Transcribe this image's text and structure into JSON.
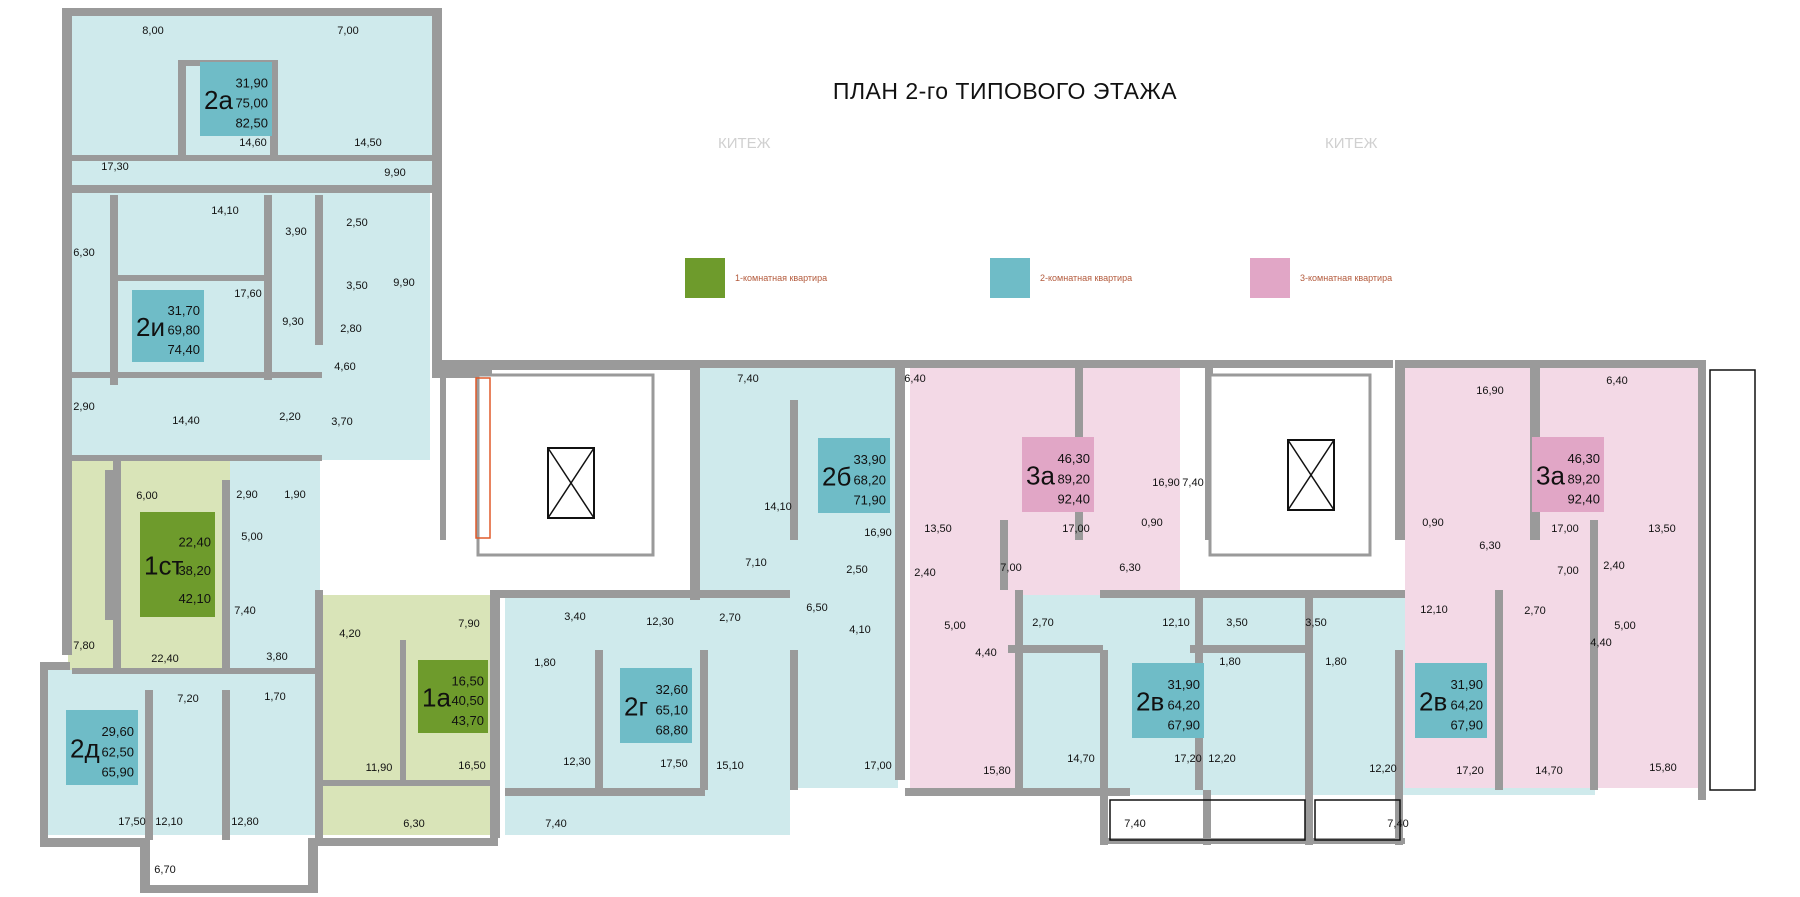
{
  "title": "ПЛАН 2-го ТИПОВОГО ЭТАЖА",
  "watermark": "КИТЕЖ",
  "colors": {
    "one_room": "#6e9b2c",
    "two_room": "#6fbcc7",
    "three_room": "#e1a6c6",
    "one_room_bg": "#d9e4b8",
    "two_room_bg": "#cfeaec",
    "three_room_bg": "#f3d9e6",
    "wall": "#9a9a9a"
  },
  "legend": [
    {
      "label": "1-комнатная квартира",
      "color": "#6e9b2c"
    },
    {
      "label": "2-комнатная квартира",
      "color": "#6fbcc7"
    },
    {
      "label": "3-комнатная квартира",
      "color": "#e1a6c6"
    }
  ],
  "apartments": [
    {
      "code": "2а",
      "living": "31,90",
      "useful": "75,00",
      "total": "82,50",
      "type": "two"
    },
    {
      "code": "2и",
      "living": "31,70",
      "useful": "69,80",
      "total": "74,40",
      "type": "two"
    },
    {
      "code": "1ст",
      "living": "22,40",
      "useful": "38,20",
      "total": "42,10",
      "type": "one"
    },
    {
      "code": "1а",
      "living": "16,50",
      "useful": "40,50",
      "total": "43,70",
      "type": "one"
    },
    {
      "code": "2д",
      "living": "29,60",
      "useful": "62,50",
      "total": "65,90",
      "type": "two"
    },
    {
      "code": "2г",
      "living": "32,60",
      "useful": "65,10",
      "total": "68,80",
      "type": "two"
    },
    {
      "code": "2б",
      "living": "33,90",
      "useful": "68,20",
      "total": "71,90",
      "type": "two"
    },
    {
      "code": "3а",
      "living": "46,30",
      "useful": "89,20",
      "total": "92,40",
      "type": "three"
    },
    {
      "code": "2в",
      "living": "31,90",
      "useful": "64,20",
      "total": "67,90",
      "type": "two"
    },
    {
      "code": "2в",
      "living": "31,90",
      "useful": "64,20",
      "total": "67,90",
      "type": "two"
    },
    {
      "code": "3а",
      "living": "46,30",
      "useful": "89,20",
      "total": "92,40",
      "type": "three"
    }
  ],
  "room_areas": [
    "8,00",
    "7,00",
    "17,30",
    "14,60",
    "14,50",
    "9,90",
    "14,10",
    "3,90",
    "2,50",
    "6,30",
    "3,50",
    "9,90",
    "17,60",
    "9,30",
    "2,80",
    "4,60",
    "2,90",
    "14,40",
    "2,20",
    "3,70",
    "6,00",
    "2,90",
    "1,90",
    "5,00",
    "7,40",
    "22,40",
    "7,80",
    "4,20",
    "7,90",
    "3,80",
    "1,70",
    "7,20",
    "11,90",
    "16,50",
    "6,30",
    "17,50",
    "12,10",
    "12,80",
    "6,70",
    "3,40",
    "12,30",
    "2,70",
    "1,80",
    "12,30",
    "17,50",
    "15,10",
    "7,40",
    "7,40",
    "14,10",
    "7,10",
    "2,50",
    "6,50",
    "4,10",
    "16,90",
    "17,00",
    "6,40",
    "13,50",
    "17,00",
    "16,90",
    "7,40",
    "0,90",
    "2,40",
    "7,00",
    "6,30",
    "5,00",
    "4,40",
    "15,80",
    "2,70",
    "12,10",
    "3,50",
    "1,80",
    "14,70",
    "17,20",
    "12,20",
    "7,40",
    "3,50",
    "1,80",
    "12,10",
    "2,70",
    "12,20",
    "17,20",
    "14,70",
    "7,40",
    "16,90",
    "6,40",
    "0,90",
    "6,30",
    "17,00",
    "13,50",
    "7,00",
    "2,40",
    "5,00",
    "4,40",
    "15,80"
  ]
}
